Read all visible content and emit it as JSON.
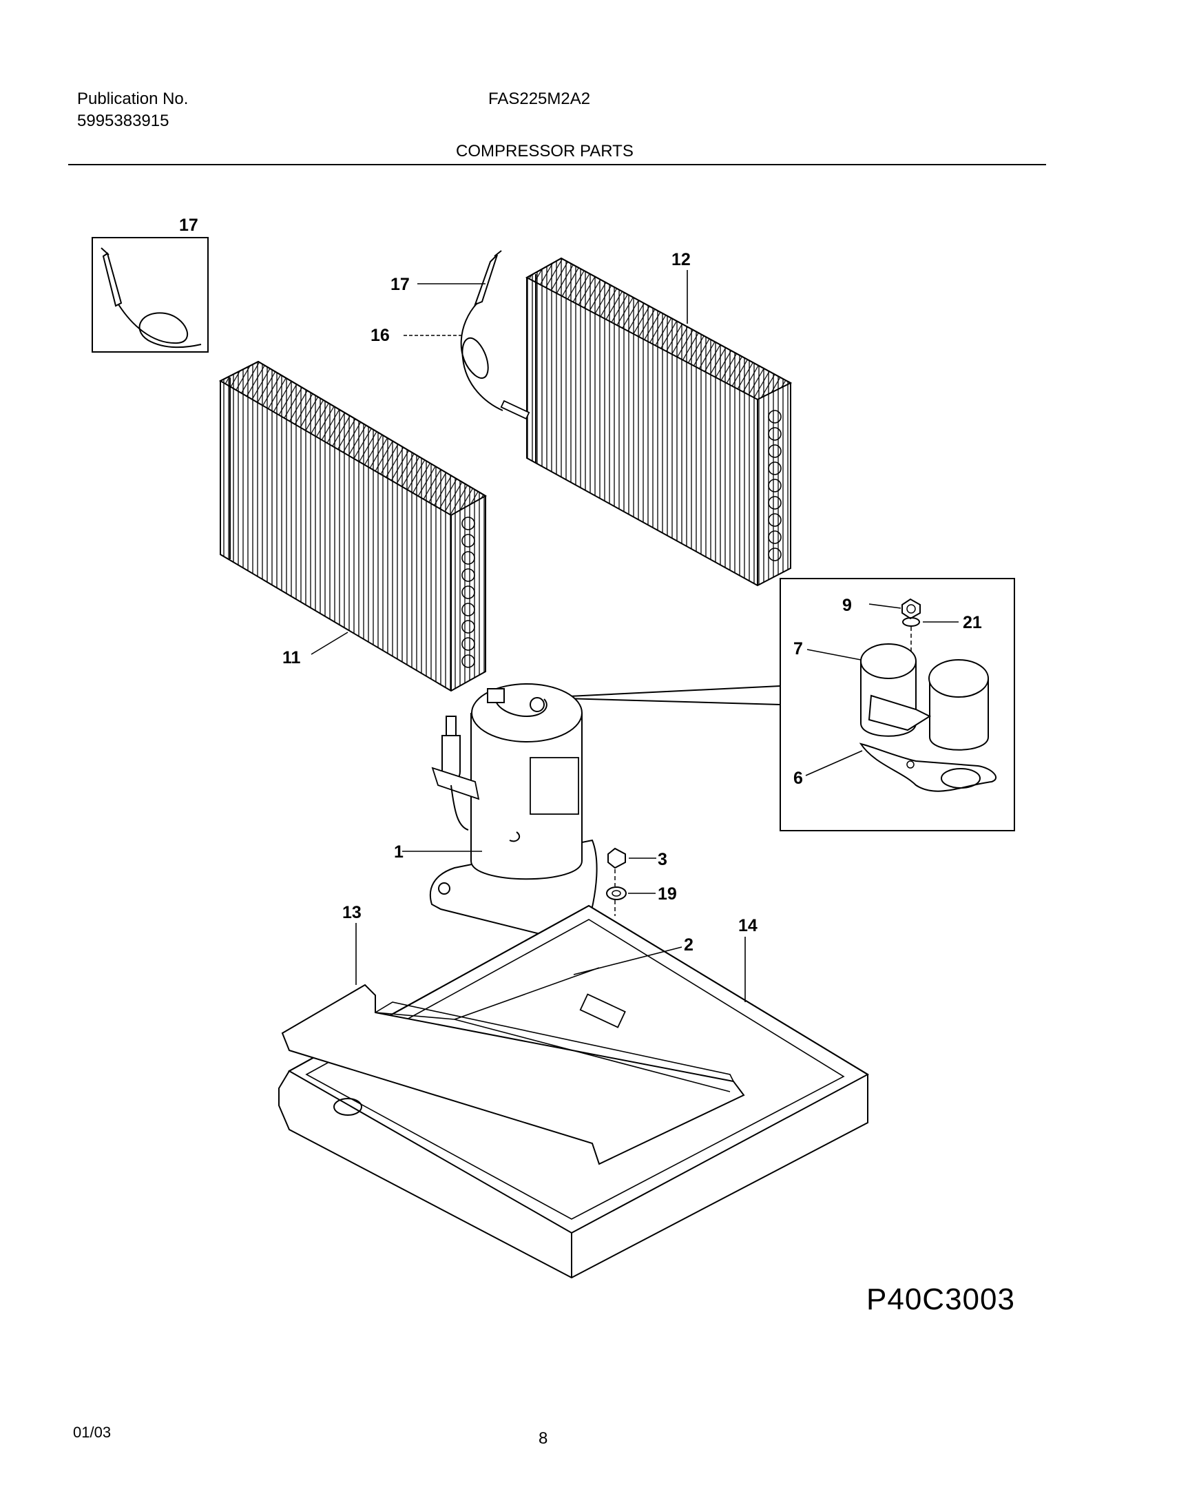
{
  "header": {
    "publication_label": "Publication No.",
    "publication_number": "5995383915",
    "model": "FAS225M2A2",
    "section_title": "COMPRESSOR PARTS"
  },
  "callouts": {
    "c17_inset": "17",
    "c17": "17",
    "c16": "16",
    "c12": "12",
    "c11": "11",
    "c9": "9",
    "c21": "21",
    "c7": "7",
    "c6": "6",
    "c1": "1",
    "c3": "3",
    "c19": "19",
    "c2": "2",
    "c13": "13",
    "c14": "14"
  },
  "drawing_code": "P40C3003",
  "footer": {
    "date": "01/03",
    "page": "8"
  }
}
